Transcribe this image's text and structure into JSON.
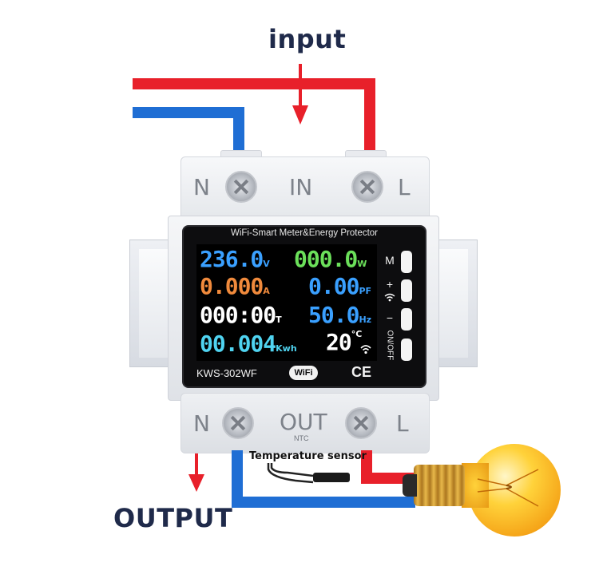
{
  "labels": {
    "input": "input",
    "output": "OUTPUT",
    "temperature_sensor": "Temperature sensor",
    "ntc": "NTC"
  },
  "terminals": {
    "top": {
      "left": "N",
      "center": "IN",
      "right": "L"
    },
    "bottom": {
      "left": "N",
      "center": "OUT",
      "right": "L"
    }
  },
  "display": {
    "title": "WiFi-Smart Meter&Energy Protector",
    "voltage": {
      "value": "236.0",
      "unit": "V"
    },
    "power": {
      "value": "000.0",
      "unit": "W"
    },
    "current": {
      "value": "0.000",
      "unit": "A"
    },
    "power_factor": {
      "value": "0.00",
      "unit": "PF"
    },
    "time": {
      "value": "000:00",
      "unit": "T"
    },
    "frequency": {
      "value": "50.0",
      "unit": "Hz"
    },
    "energy": {
      "value": "00.004",
      "unit": "Kwh"
    },
    "temperature": {
      "value": "20",
      "unit": "°C"
    }
  },
  "buttons": {
    "m": "M",
    "plus": "+",
    "minus": "−",
    "onoff": "ON/OFF"
  },
  "footer": {
    "model": "KWS-302WF",
    "wifi": "WiFi",
    "ce": "CE"
  },
  "colors": {
    "wire_live": "#e8202a",
    "wire_neutral": "#1f6ed4",
    "voltage": "#3aa0ff",
    "power": "#6be05a",
    "current": "#f08a3c",
    "power_factor": "#3aa0ff",
    "time": "#ffffff",
    "frequency": "#3aa0ff",
    "energy": "#4fd3f0",
    "temperature": "#ffffff"
  }
}
